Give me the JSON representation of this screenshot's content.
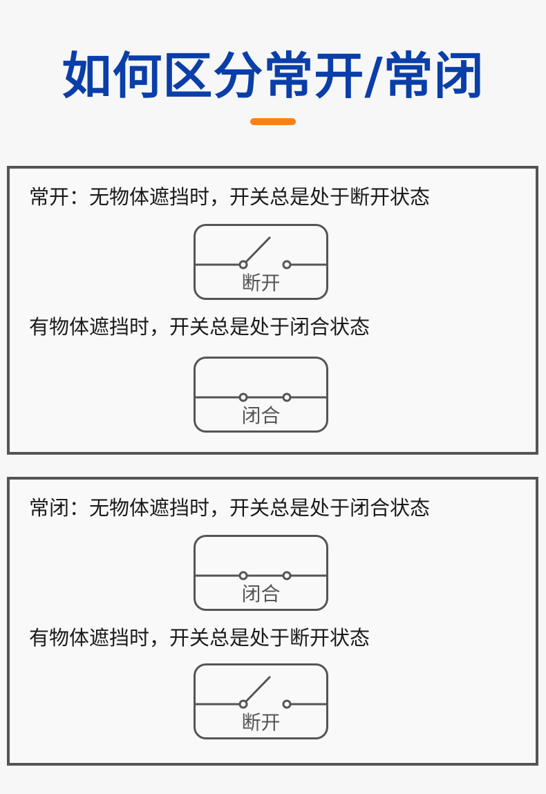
{
  "title": "如何区分常开/常闭",
  "accent_color": "#fb8112",
  "title_color": "#0a3ea8",
  "sections": [
    {
      "heading": "常开：无物体遮挡时，开关总是处于断开状态",
      "diagram1": {
        "state": "open",
        "label": "断开",
        "icon": "switch-open-icon"
      },
      "subheading": "有物体遮挡时，开关总是处于闭合状态",
      "diagram2": {
        "state": "closed",
        "label": "闭合",
        "icon": "switch-closed-icon"
      }
    },
    {
      "heading": "常闭：无物体遮挡时，开关总是处于闭合状态",
      "diagram1": {
        "state": "closed",
        "label": "闭合",
        "icon": "switch-closed-icon"
      },
      "subheading": "有物体遮挡时，开关总是处于断开状态",
      "diagram2": {
        "state": "open",
        "label": "断开",
        "icon": "switch-open-icon"
      }
    }
  ]
}
